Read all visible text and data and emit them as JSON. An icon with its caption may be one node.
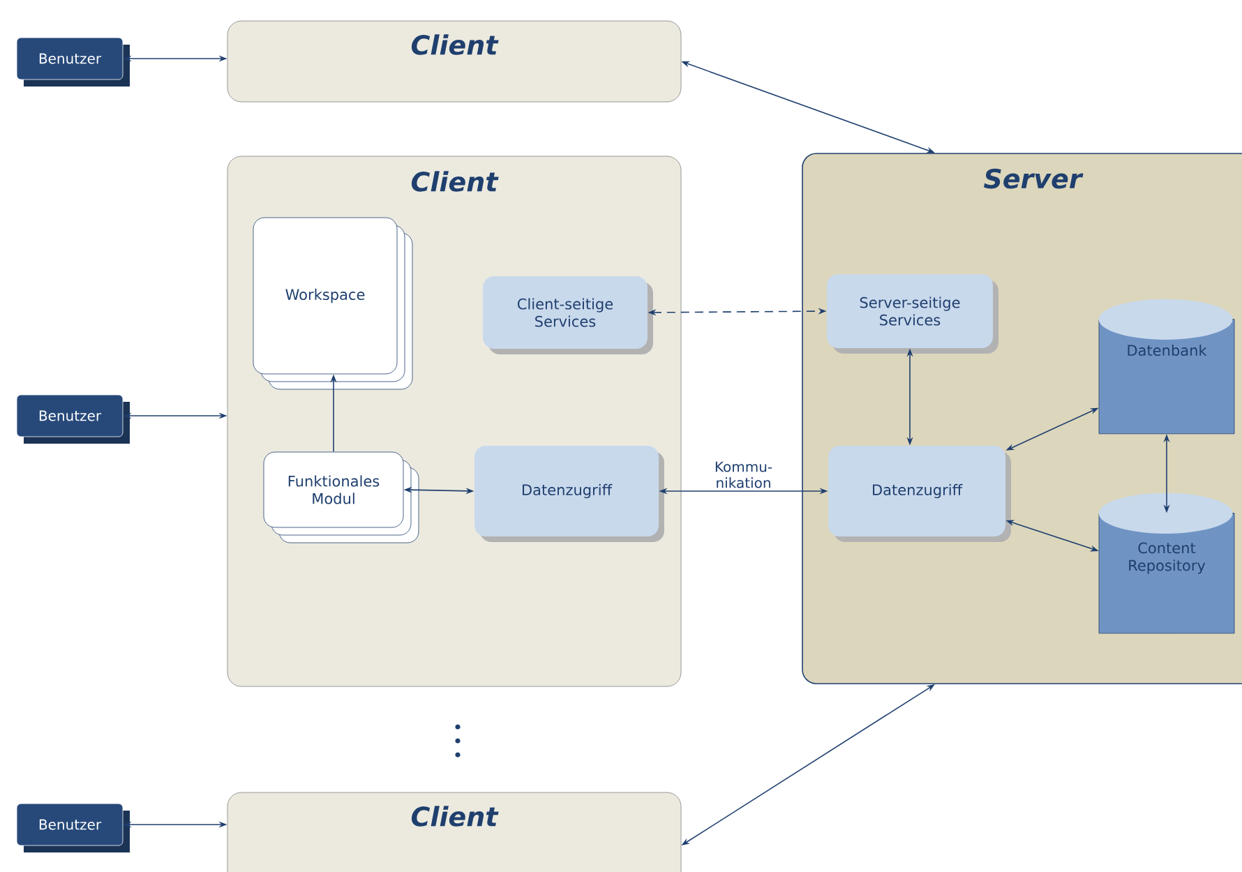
{
  "diagram": {
    "nodes": [
      {
        "text": [
          "Benutzer"
        ]
      },
      {
        "text": [
          "Client"
        ]
      },
      {
        "text": [
          "Client"
        ]
      },
      {
        "text": [
          "Server"
        ]
      },
      {
        "text": [
          "Workspace"
        ],
        "in": 2
      },
      {
        "text": [
          "Client-seitige Services"
        ],
        "in": 2
      },
      {
        "text": [
          "Funktionales Modul"
        ],
        "in": 2
      },
      {
        "text": [
          "Datenzugriff"
        ],
        "in": 2
      },
      {
        "text": [
          "Server-seitige Services"
        ],
        "in": 3
      },
      {
        "text": [
          "Datenzugriff"
        ],
        "in": 3
      },
      {
        "text": [
          "Datenbank"
        ],
        "in": 3
      },
      {
        "text": [
          "Content Repository"
        ],
        "in": 3
      },
      {
        "text": [
          "Benutzer"
        ]
      },
      {
        "text": [
          "Benutzer"
        ]
      },
      {
        "text": [
          "Client"
        ]
      }
    ],
    "edges": [
      {
        "from": 0,
        "to": 1,
        "arrow": "both"
      },
      {
        "from": 1,
        "to": 3,
        "arrow": "both"
      },
      {
        "from": 12,
        "to": 2,
        "arrow": "both"
      },
      {
        "from": 6,
        "to": 4,
        "arrow": "to"
      },
      {
        "from": 6,
        "to": 7,
        "arrow": "both"
      },
      {
        "from": 5,
        "to": 8,
        "arrow": "both",
        "style": "dashed"
      },
      {
        "from": 7,
        "to": 9,
        "arrow": "both",
        "label": "Kommu-nikation"
      },
      {
        "from": 8,
        "to": 9,
        "arrow": "both"
      },
      {
        "from": 9,
        "to": 10,
        "arrow": "both"
      },
      {
        "from": 9,
        "to": 11,
        "arrow": "both"
      },
      {
        "from": 10,
        "to": 11,
        "arrow": "both"
      },
      {
        "from": 13,
        "to": 14,
        "arrow": "both"
      },
      {
        "from": 14,
        "to": 3,
        "arrow": "both"
      }
    ]
  }
}
